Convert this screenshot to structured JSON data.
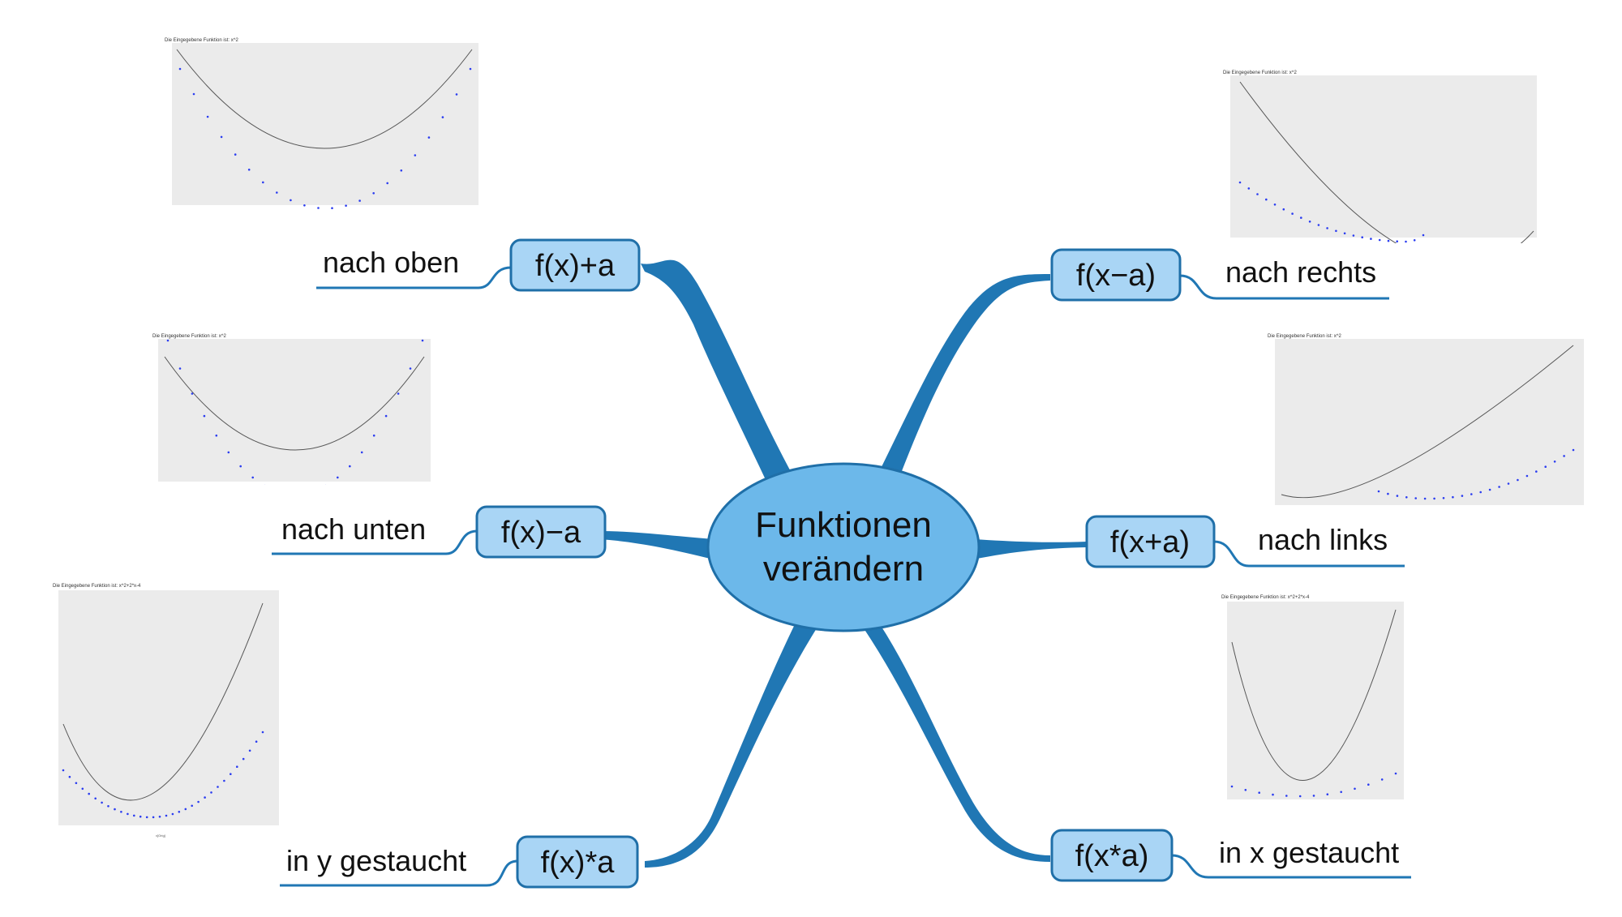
{
  "center": {
    "line1": "Funktionen",
    "line2": "verändern"
  },
  "colors": {
    "branch": "#2077b4",
    "nodeFill": "#a9d5f5",
    "centerFill": "#6cb8ea",
    "stroke": "#1f6fa8",
    "curve": "#555555",
    "dots": "#2b3df0",
    "plotBg": "#ebebeb"
  },
  "branches": [
    {
      "id": "up",
      "node": "f(x)+a",
      "label": "nach oben"
    },
    {
      "id": "down",
      "node": "f(x)−a",
      "label": "nach unten"
    },
    {
      "id": "ysq",
      "node": "f(x)*a",
      "label": "in y gestaucht"
    },
    {
      "id": "right",
      "node": "f(x−a)",
      "label": "nach rechts"
    },
    {
      "id": "left",
      "node": "f(x+a)",
      "label": "nach links"
    },
    {
      "id": "xsq",
      "node": "f(x*a)",
      "label": "in x gestaucht"
    }
  ],
  "thumbnails": {
    "up": {
      "title": "Die Eingegebene Funktion ist: x^2"
    },
    "down": {
      "title": "Die Eingegebene Funktion ist: x^2"
    },
    "ysq": {
      "title": "Die Eingegebene Funktion ist: x^2+2*x-4",
      "xlabel": "x[Orig]"
    },
    "right": {
      "title": "Die Eingegebene Funktion ist: x^2"
    },
    "left": {
      "title": "Die Eingegebene Funktion ist: x^2"
    },
    "xsq": {
      "title": "Die Eingegebene Funktion ist: x^2+2*x-4"
    }
  }
}
